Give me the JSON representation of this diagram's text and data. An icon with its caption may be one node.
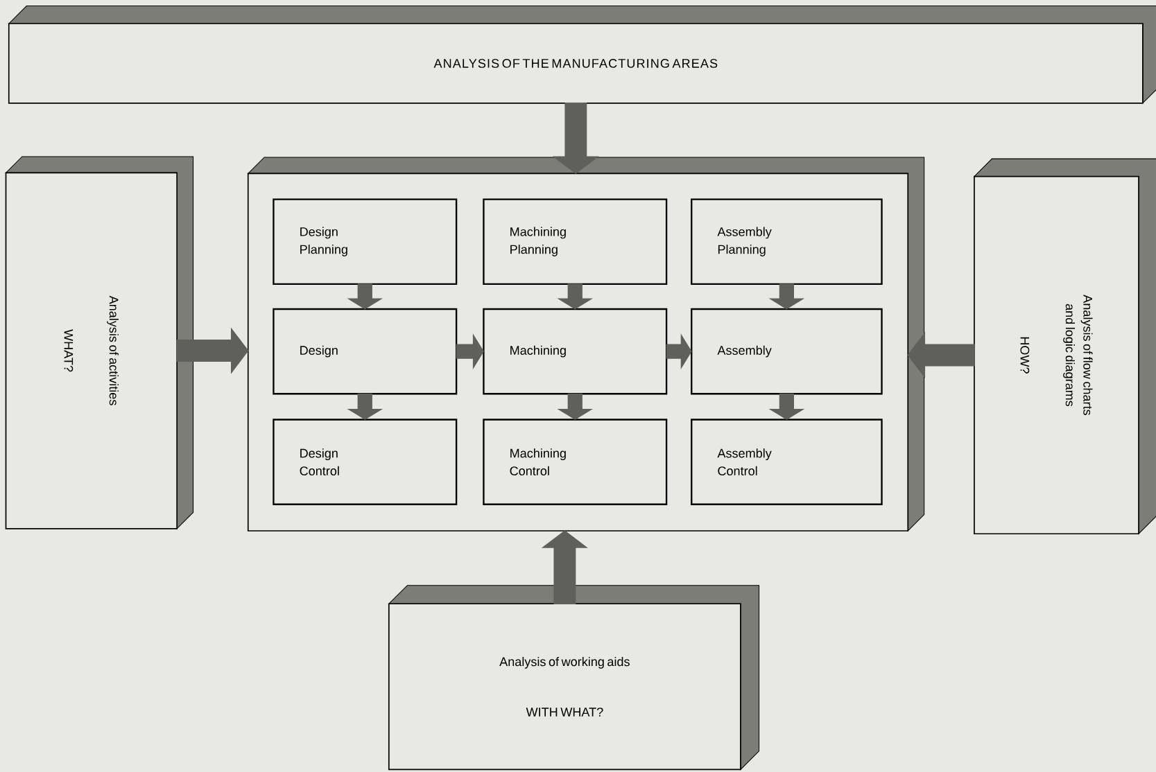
{
  "diagram": {
    "nodes": [
      {
        "text": [
          "ANALYSIS OF THE MANUFACTURING AREAS"
        ]
      },
      {
        "text": [
          "Analysis of activities",
          "WHAT?"
        ]
      },
      {
        "text": [],
        "shape": "box"
      },
      {
        "text": [
          "Design Planning"
        ],
        "in": 2
      },
      {
        "text": [
          "Design"
        ],
        "in": 2
      },
      {
        "text": [
          "Design Control"
        ],
        "in": 2
      },
      {
        "text": [
          "Machining Planning"
        ],
        "in": 2
      },
      {
        "text": [
          "Machining"
        ],
        "in": 2
      },
      {
        "text": [
          "Machining Control"
        ],
        "in": 2
      },
      {
        "text": [
          "Assembly Planning"
        ],
        "in": 2
      },
      {
        "text": [
          "Assembly"
        ],
        "in": 2
      },
      {
        "text": [
          "Assembly Control"
        ],
        "in": 2
      },
      {
        "text": [
          "Analysis of flow charts and logic diagrams",
          "HOW?"
        ]
      },
      {
        "text": [
          "Analysis of working aids",
          "WITH WHAT?"
        ]
      }
    ],
    "edges": [
      {
        "from": 0,
        "to": 2,
        "arrow": "to"
      },
      {
        "from": 1,
        "to": 2,
        "arrow": "to"
      },
      {
        "from": 12,
        "to": 2,
        "arrow": "to"
      },
      {
        "from": 13,
        "to": 2,
        "arrow": "to"
      },
      {
        "from": 3,
        "to": 4,
        "arrow": "to"
      },
      {
        "from": 4,
        "to": 5,
        "arrow": "to"
      },
      {
        "from": 6,
        "to": 7,
        "arrow": "to"
      },
      {
        "from": 7,
        "to": 8,
        "arrow": "to"
      },
      {
        "from": 9,
        "to": 10,
        "arrow": "to"
      },
      {
        "from": 10,
        "to": 11,
        "arrow": "to"
      },
      {
        "from": 4,
        "to": 7,
        "arrow": "to"
      },
      {
        "from": 7,
        "to": 10,
        "arrow": "to"
      }
    ]
  }
}
